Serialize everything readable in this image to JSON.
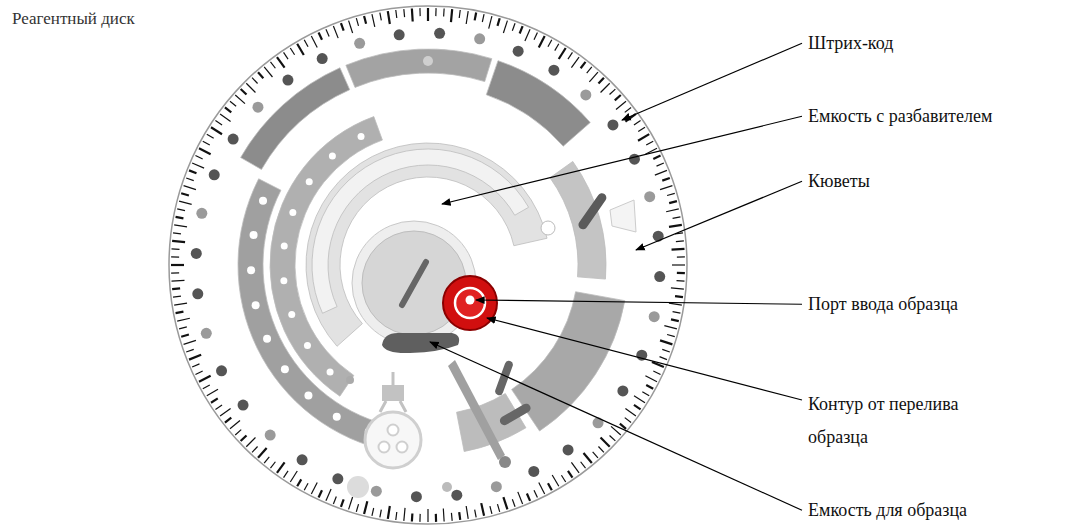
{
  "diagram": {
    "labels": [
      "Реагентный диск",
      "Штрих-код",
      "Емкость с разбавителем",
      "Кюветы",
      "Порт ввода образца",
      "Контур от перелива образца",
      "Емкость для образца"
    ]
  }
}
